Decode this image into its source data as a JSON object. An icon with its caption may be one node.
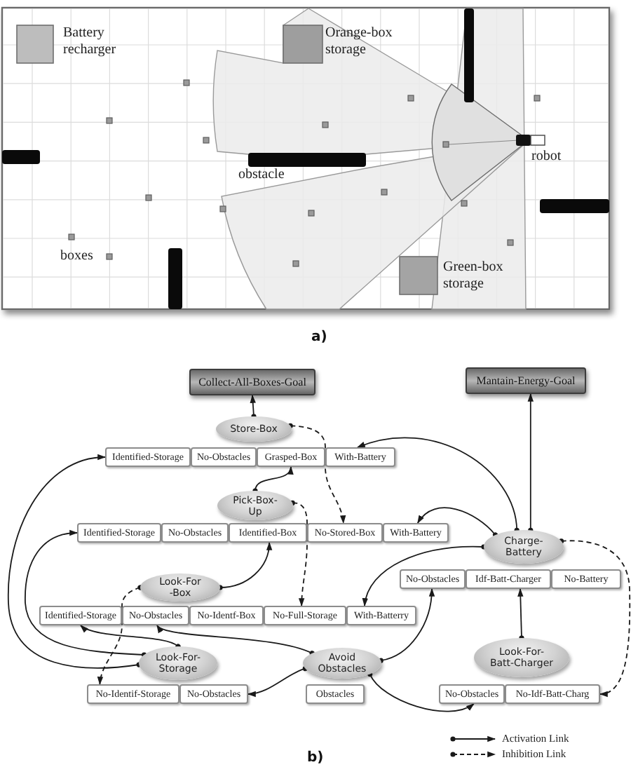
{
  "diagram": {
    "nodes": [
      {
        "text": [
          "Collect-All-Boxes-Goal"
        ]
      },
      {
        "text": [
          "Mantain-Energy-Goal"
        ]
      },
      {
        "text": [
          "Store-Box"
        ]
      },
      {
        "text": [
          "Identified-Storage"
        ]
      },
      {
        "text": [
          "No-Obstacles"
        ]
      },
      {
        "text": [
          "Grasped-Box"
        ]
      },
      {
        "text": [
          "With-Battery"
        ]
      },
      {
        "text": [
          "Pick-Box- Up"
        ]
      },
      {
        "text": [
          "Identified-Storage"
        ]
      },
      {
        "text": [
          "No-Obstacles"
        ]
      },
      {
        "text": [
          "Identified-Box"
        ]
      },
      {
        "text": [
          "No-Stored-Box"
        ]
      },
      {
        "text": [
          "With-Battery"
        ]
      },
      {
        "text": [
          "Charge- Battery"
        ]
      },
      {
        "text": [
          "No-Obstacles"
        ]
      },
      {
        "text": [
          "Idf-Batt-Charger"
        ]
      },
      {
        "text": [
          "No-Battery"
        ]
      },
      {
        "text": [
          "Look-For -Box"
        ]
      },
      {
        "text": [
          "Identified-Storage"
        ]
      },
      {
        "text": [
          "No-Obstacles"
        ]
      },
      {
        "text": [
          "No-Identf-Box"
        ]
      },
      {
        "text": [
          "No-Full-Storage"
        ]
      },
      {
        "text": [
          "With-Batterry"
        ]
      },
      {
        "text": [
          "Look-For- Batt-Charger"
        ]
      },
      {
        "text": [
          "Look-For- Storage"
        ]
      },
      {
        "text": [
          "Avoid Obstacles"
        ]
      },
      {
        "text": [
          "No-Identif-Storage"
        ]
      },
      {
        "text": [
          "No-Obstacles"
        ]
      },
      {
        "text": [
          "Obstacles"
        ]
      },
      {
        "text": [
          "No-Obstacles"
        ]
      },
      {
        "text": [
          "No-Idf-Batt-Charg"
        ]
      }
    ],
    "edges": [
      {
        "from": 2,
        "to": 0,
        "arrow": "to"
      },
      {
        "from": 13,
        "to": 1,
        "arrow": "to"
      },
      {
        "from": 13,
        "to": 6,
        "arrow": "to"
      },
      {
        "from": 13,
        "to": 12,
        "arrow": "to"
      },
      {
        "from": 13,
        "to": 22,
        "arrow": "to"
      },
      {
        "from": 7,
        "to": 5,
        "arrow": "to"
      },
      {
        "from": 2,
        "to": 11,
        "arrow": "to",
        "style": "dashed"
      },
      {
        "from": 24,
        "to": 3,
        "arrow": "to"
      },
      {
        "from": 24,
        "to": 8,
        "arrow": "to"
      },
      {
        "from": 24,
        "to": 18,
        "arrow": "to"
      },
      {
        "from": 17,
        "to": 10,
        "arrow": "to"
      },
      {
        "from": 17,
        "to": 26,
        "arrow": "to",
        "style": "dashed"
      },
      {
        "from": 7,
        "to": 21,
        "arrow": "to",
        "style": "dashed"
      },
      {
        "from": 25,
        "to": 19,
        "arrow": "to"
      },
      {
        "from": 25,
        "to": 14,
        "arrow": "to"
      },
      {
        "from": 25,
        "to": 29,
        "arrow": "to"
      },
      {
        "from": 25,
        "to": 27,
        "arrow": "to"
      },
      {
        "from": 23,
        "to": 15,
        "arrow": "to"
      },
      {
        "from": 13,
        "to": 30,
        "arrow": "to",
        "style": "dashed"
      }
    ],
    "labels": [
      "Battery recharger",
      "Orange-box storage",
      "robot",
      "obstacle",
      "boxes",
      "Green-box storage",
      "a)",
      "b)"
    ],
    "legend": [
      {
        "text": "Activation Link"
      },
      {
        "text": "Inhibition Link"
      }
    ]
  }
}
